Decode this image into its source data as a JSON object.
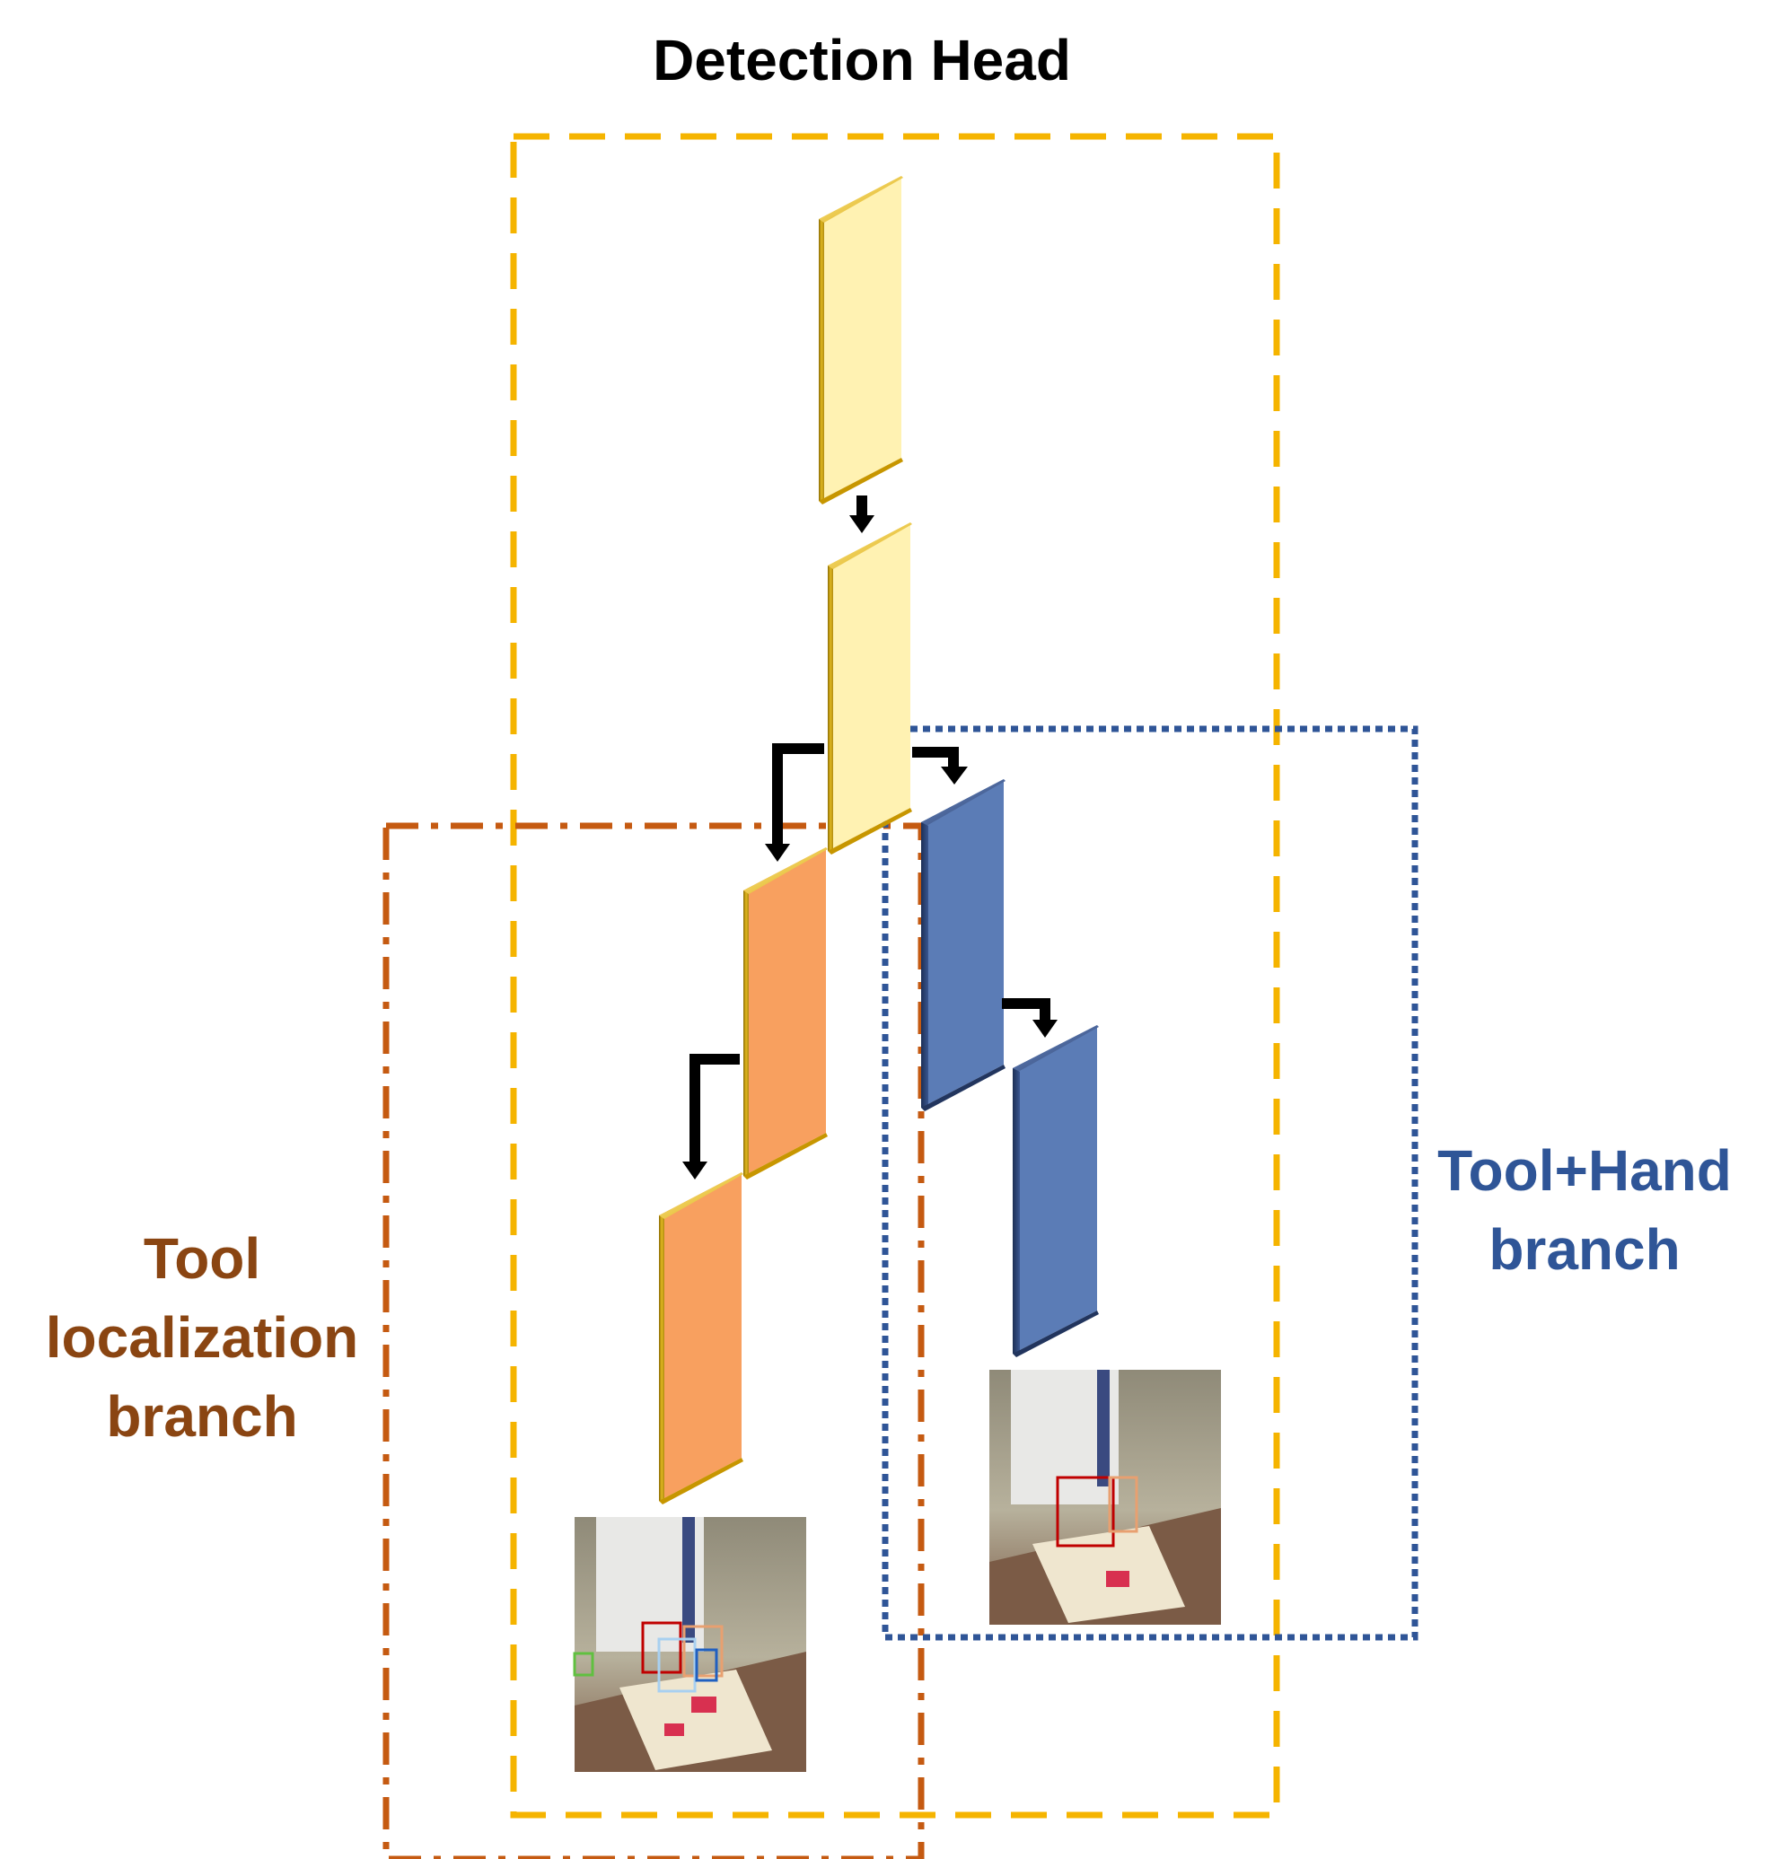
{
  "title": "Detection Head",
  "tool_branch": {
    "lines": [
      "Tool",
      "localization",
      "branch"
    ],
    "color": "#8a4512"
  },
  "hand_branch": {
    "lines": [
      "Tool+Hand",
      "branch"
    ],
    "color": "#2f5597"
  },
  "colors": {
    "head_box": "#f5b400",
    "tool_box": "#c55a11",
    "hand_box": "#2f5597",
    "head_layer": "#fff2b2",
    "tool_layer": "#f8a05f",
    "hand_layer": "#5b7cb6",
    "arrow": "#000000"
  }
}
